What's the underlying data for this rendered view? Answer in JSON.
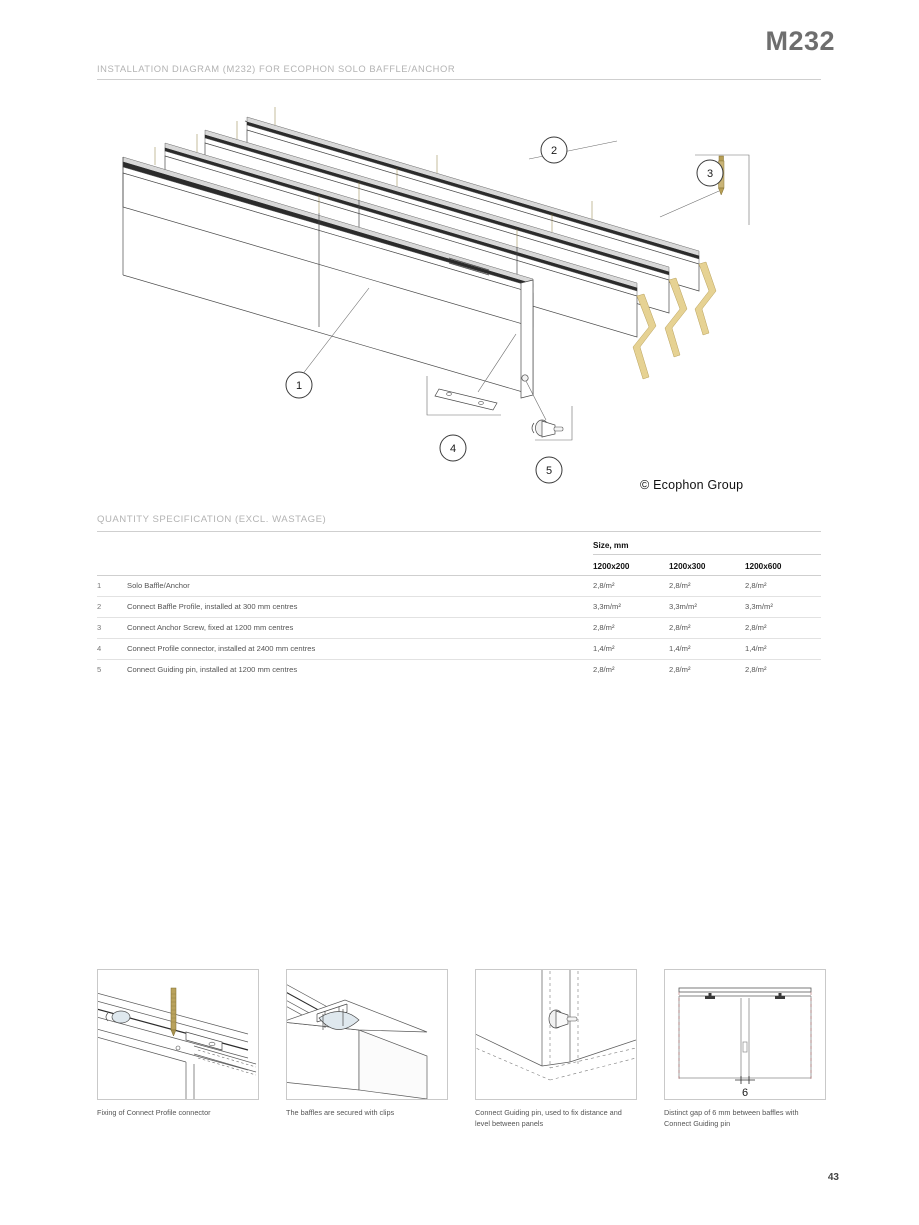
{
  "header": {
    "page_code": "M232",
    "title": "INSTALLATION DIAGRAM (M232) FOR ECOPHON SOLO BAFFLE/ANCHOR"
  },
  "illustration": {
    "copyright": "© Ecophon Group",
    "callouts": [
      {
        "id": "1",
        "number": "1"
      },
      {
        "id": "2",
        "number": "2"
      },
      {
        "id": "3",
        "number": "3"
      },
      {
        "id": "4",
        "number": "4"
      },
      {
        "id": "5",
        "number": "5"
      }
    ]
  },
  "quantity_table": {
    "title": "QUANTITY SPECIFICATION (EXCL. WASTAGE)",
    "size_group_label": "Size, mm",
    "columns": [
      "1200x200",
      "1200x300",
      "1200x600"
    ],
    "rows": [
      {
        "num": "1",
        "description": "Solo Baffle/Anchor",
        "values": [
          "2,8/m²",
          "2,8/m²",
          "2,8/m²"
        ]
      },
      {
        "num": "2",
        "description": "Connect Baffle Profile, installed at 300 mm centres",
        "values": [
          "3,3m/m²",
          "3,3m/m²",
          "3,3m/m²"
        ]
      },
      {
        "num": "3",
        "description": "Connect Anchor Screw, fixed at 1200 mm centres",
        "values": [
          "2,8/m²",
          "2,8/m²",
          "2,8/m²"
        ]
      },
      {
        "num": "4",
        "description": "Connect Profile connector, installed at 2400 mm centres",
        "values": [
          "1,4/m²",
          "1,4/m²",
          "1,4/m²"
        ]
      },
      {
        "num": "5",
        "description": "Connect Guiding pin, installed at 1200 mm centres",
        "values": [
          "2,8/m²",
          "2,8/m²",
          "2,8/m²"
        ]
      }
    ]
  },
  "detail_panels": [
    {
      "caption": "Fixing of Connect Profile connector"
    },
    {
      "caption": "The baffles are secured with clips"
    },
    {
      "caption": "Connect Guiding pin, used to fix distance and level between panels"
    },
    {
      "caption": "Distinct gap of 6 mm between baffles with Connect Guiding pin"
    }
  ],
  "detail_dimension_label": "6",
  "footer": {
    "page_number": "43"
  },
  "colors": {
    "header_gray": "#b3b3b3",
    "title_gray": "#6e6e6e",
    "rule_gray": "#cfcfcf",
    "break_line_gold": "#e6d293",
    "line_dark": "#2b2b2b"
  }
}
